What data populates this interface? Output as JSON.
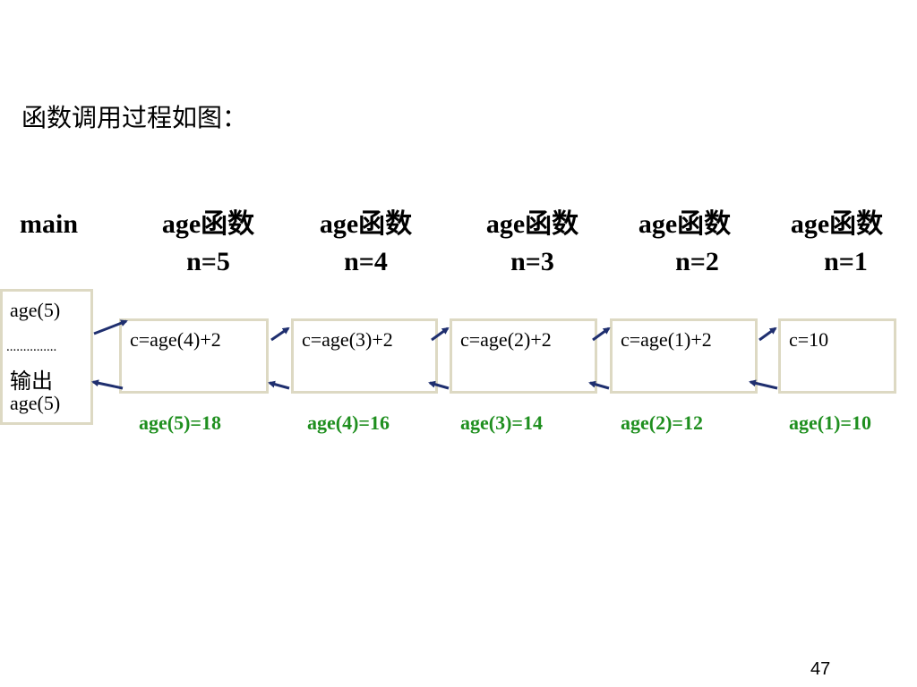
{
  "heading": "函数调用过程如图：",
  "main_label": "main",
  "main_box": {
    "line1": "age(5)",
    "dots": "...............",
    "line2": "输出",
    "line3": "age(5)"
  },
  "columns": [
    {
      "title": "age函数",
      "n": "n=5",
      "expr": "c=age(4)+2",
      "result": "age(5)=18"
    },
    {
      "title": "age函数",
      "n": "n=4",
      "expr": "c=age(3)+2",
      "result": "age(4)=16"
    },
    {
      "title": "age函数",
      "n": "n=3",
      "expr": "c=age(2)+2",
      "result": "age(3)=14"
    },
    {
      "title": "age函数",
      "n": "n=2",
      "expr": "c=age(1)+2",
      "result": "age(2)=12"
    },
    {
      "title": "age函数",
      "n": "n=1",
      "expr": "c=10",
      "result": "age(1)=10"
    }
  ],
  "page_number": "47",
  "colors": {
    "box_border": "#ddd9c3",
    "arrow": "#1f2f6f",
    "result_text": "#1f8f1f"
  }
}
